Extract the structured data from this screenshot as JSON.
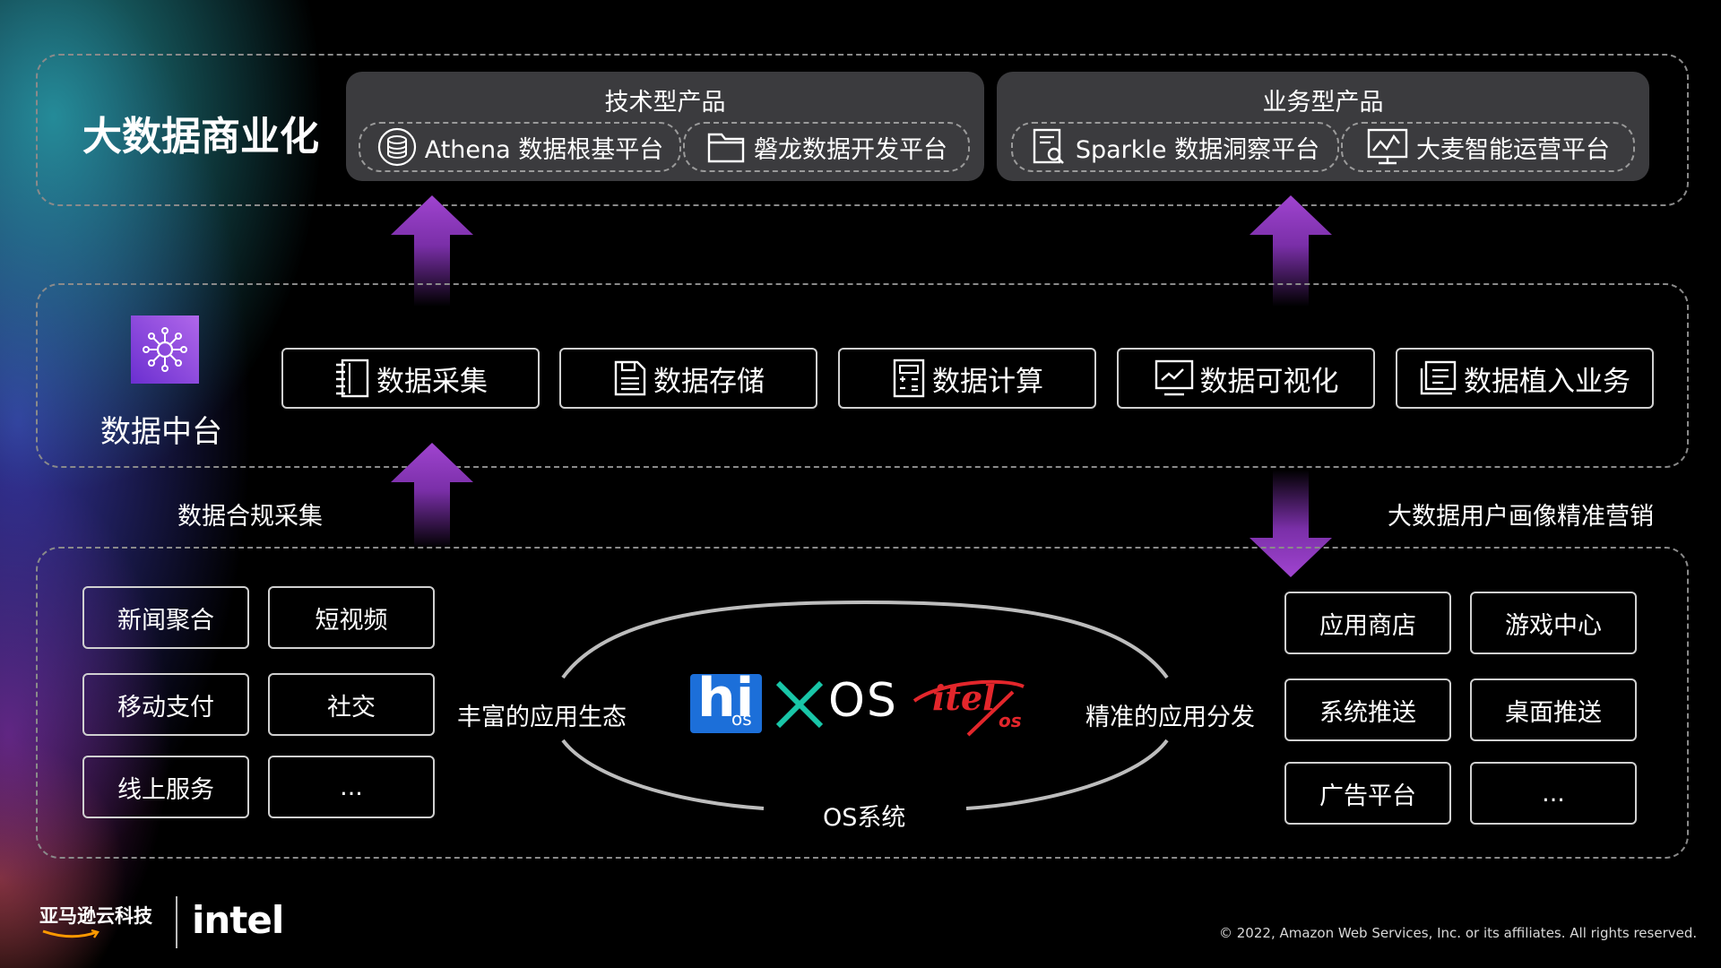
{
  "top": {
    "title": "大数据商业化",
    "tech": {
      "title": "技术型产品",
      "items": [
        {
          "label": "Athena 数据根基平台",
          "icon": "database-icon"
        },
        {
          "label": "磐龙数据开发平台",
          "icon": "folder-icon"
        }
      ]
    },
    "biz": {
      "title": "业务型产品",
      "items": [
        {
          "label": "Sparkle 数据洞察平台",
          "icon": "report-search-icon"
        },
        {
          "label": "大麦智能运营平台",
          "icon": "chart-monitor-icon"
        }
      ]
    }
  },
  "middle": {
    "title": "数据中台",
    "icon": "network-hub-icon",
    "buttons": [
      {
        "label": "数据采集",
        "icon": "collect-icon"
      },
      {
        "label": "数据存储",
        "icon": "storage-icon"
      },
      {
        "label": "数据计算",
        "icon": "calculator-icon"
      },
      {
        "label": "数据可视化",
        "icon": "monitor-chart-icon"
      },
      {
        "label": "数据植入业务",
        "icon": "document-icon"
      }
    ]
  },
  "labels": {
    "left_flow": "数据合规采集",
    "right_flow": "大数据用户画像精准营销",
    "ecosystem": "丰富的应用生态",
    "distribution": "精准的应用分发",
    "os_system": "OS系统"
  },
  "left_apps": [
    "新闻聚合",
    "短视频",
    "移动支付",
    "社交",
    "线上服务",
    "..."
  ],
  "right_apps": [
    "应用商店",
    "游戏中心",
    "系统推送",
    "桌面推送",
    "广告平台",
    "..."
  ],
  "logos": {
    "hios": "hi",
    "hios_sub": "os",
    "xos": "XOS",
    "itel": "itel",
    "itel_sub": "os"
  },
  "footer": {
    "brand": "亚马逊云科技",
    "partner": "intel",
    "copyright": "© 2022, Amazon Web Services, Inc. or its affiliates. All rights reserved."
  },
  "colors": {
    "arrow": "#9b3fc8",
    "panel": "#3b3b3e",
    "xos_teal": "#19c6a8",
    "itel_red": "#e3262b",
    "hios_blue": "#1c6fd9",
    "hub_purple": "#8a46e0"
  }
}
